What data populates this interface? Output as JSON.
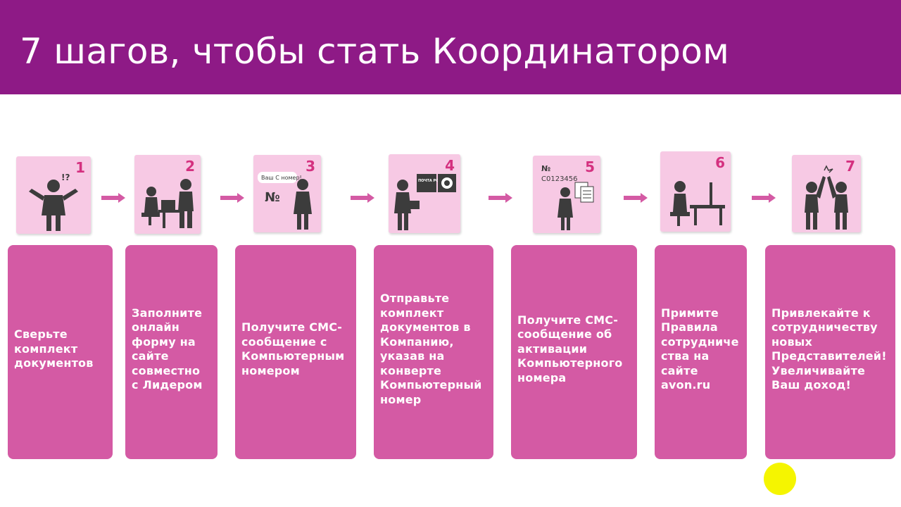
{
  "header": {
    "title": "7 шагов, чтобы стать Координатором"
  },
  "colors": {
    "header_bg": "#8e1a86",
    "card_bg": "#d45aa4",
    "icon_bg": "#f7c9e4",
    "number": "#d4307f",
    "arrow": "#d45aa4",
    "highlight": "#f5f500"
  },
  "steps": [
    {
      "number": "1",
      "text": "Сверьте\nкомплект\nдокументов",
      "icon": "confused-person-icon",
      "icon_label": "!?"
    },
    {
      "number": "2",
      "text": "Заполните\nонлайн\nформу на\nсайте\nсовместно\nс Лидером",
      "icon": "computer-with-leader-icon"
    },
    {
      "number": "3",
      "text": "Получите СМС-\nсообщение с\nКомпьютерным\nномером",
      "icon": "sms-number-icon",
      "bubble": "Ваш С номер!",
      "sign": "№"
    },
    {
      "number": "4",
      "text": "Отправьте\nкомплект\nдокументов в\nКомпанию,\nуказав на\nконверте\nКомпьютерный\nномер",
      "icon": "post-office-icon",
      "post_label": "ПОЧТА РОССИИ"
    },
    {
      "number": "5",
      "text": "Получите СМС-\nсообщение об\nактивации\nКомпьютерного\nномера",
      "icon": "activation-documents-icon",
      "code_line1": "№",
      "code_line2": "C0123456"
    },
    {
      "number": "6",
      "text": "Примите\nПравила\nсотрудниче\nства на\nсайте\navon.ru",
      "icon": "person-at-computer-icon"
    },
    {
      "number": "7",
      "text": "Привлекайте к\nсотрудничеству\nновых\nПредставителей!\nУвеличивайте\nВаш доход!",
      "icon": "high-five-icon"
    }
  ]
}
